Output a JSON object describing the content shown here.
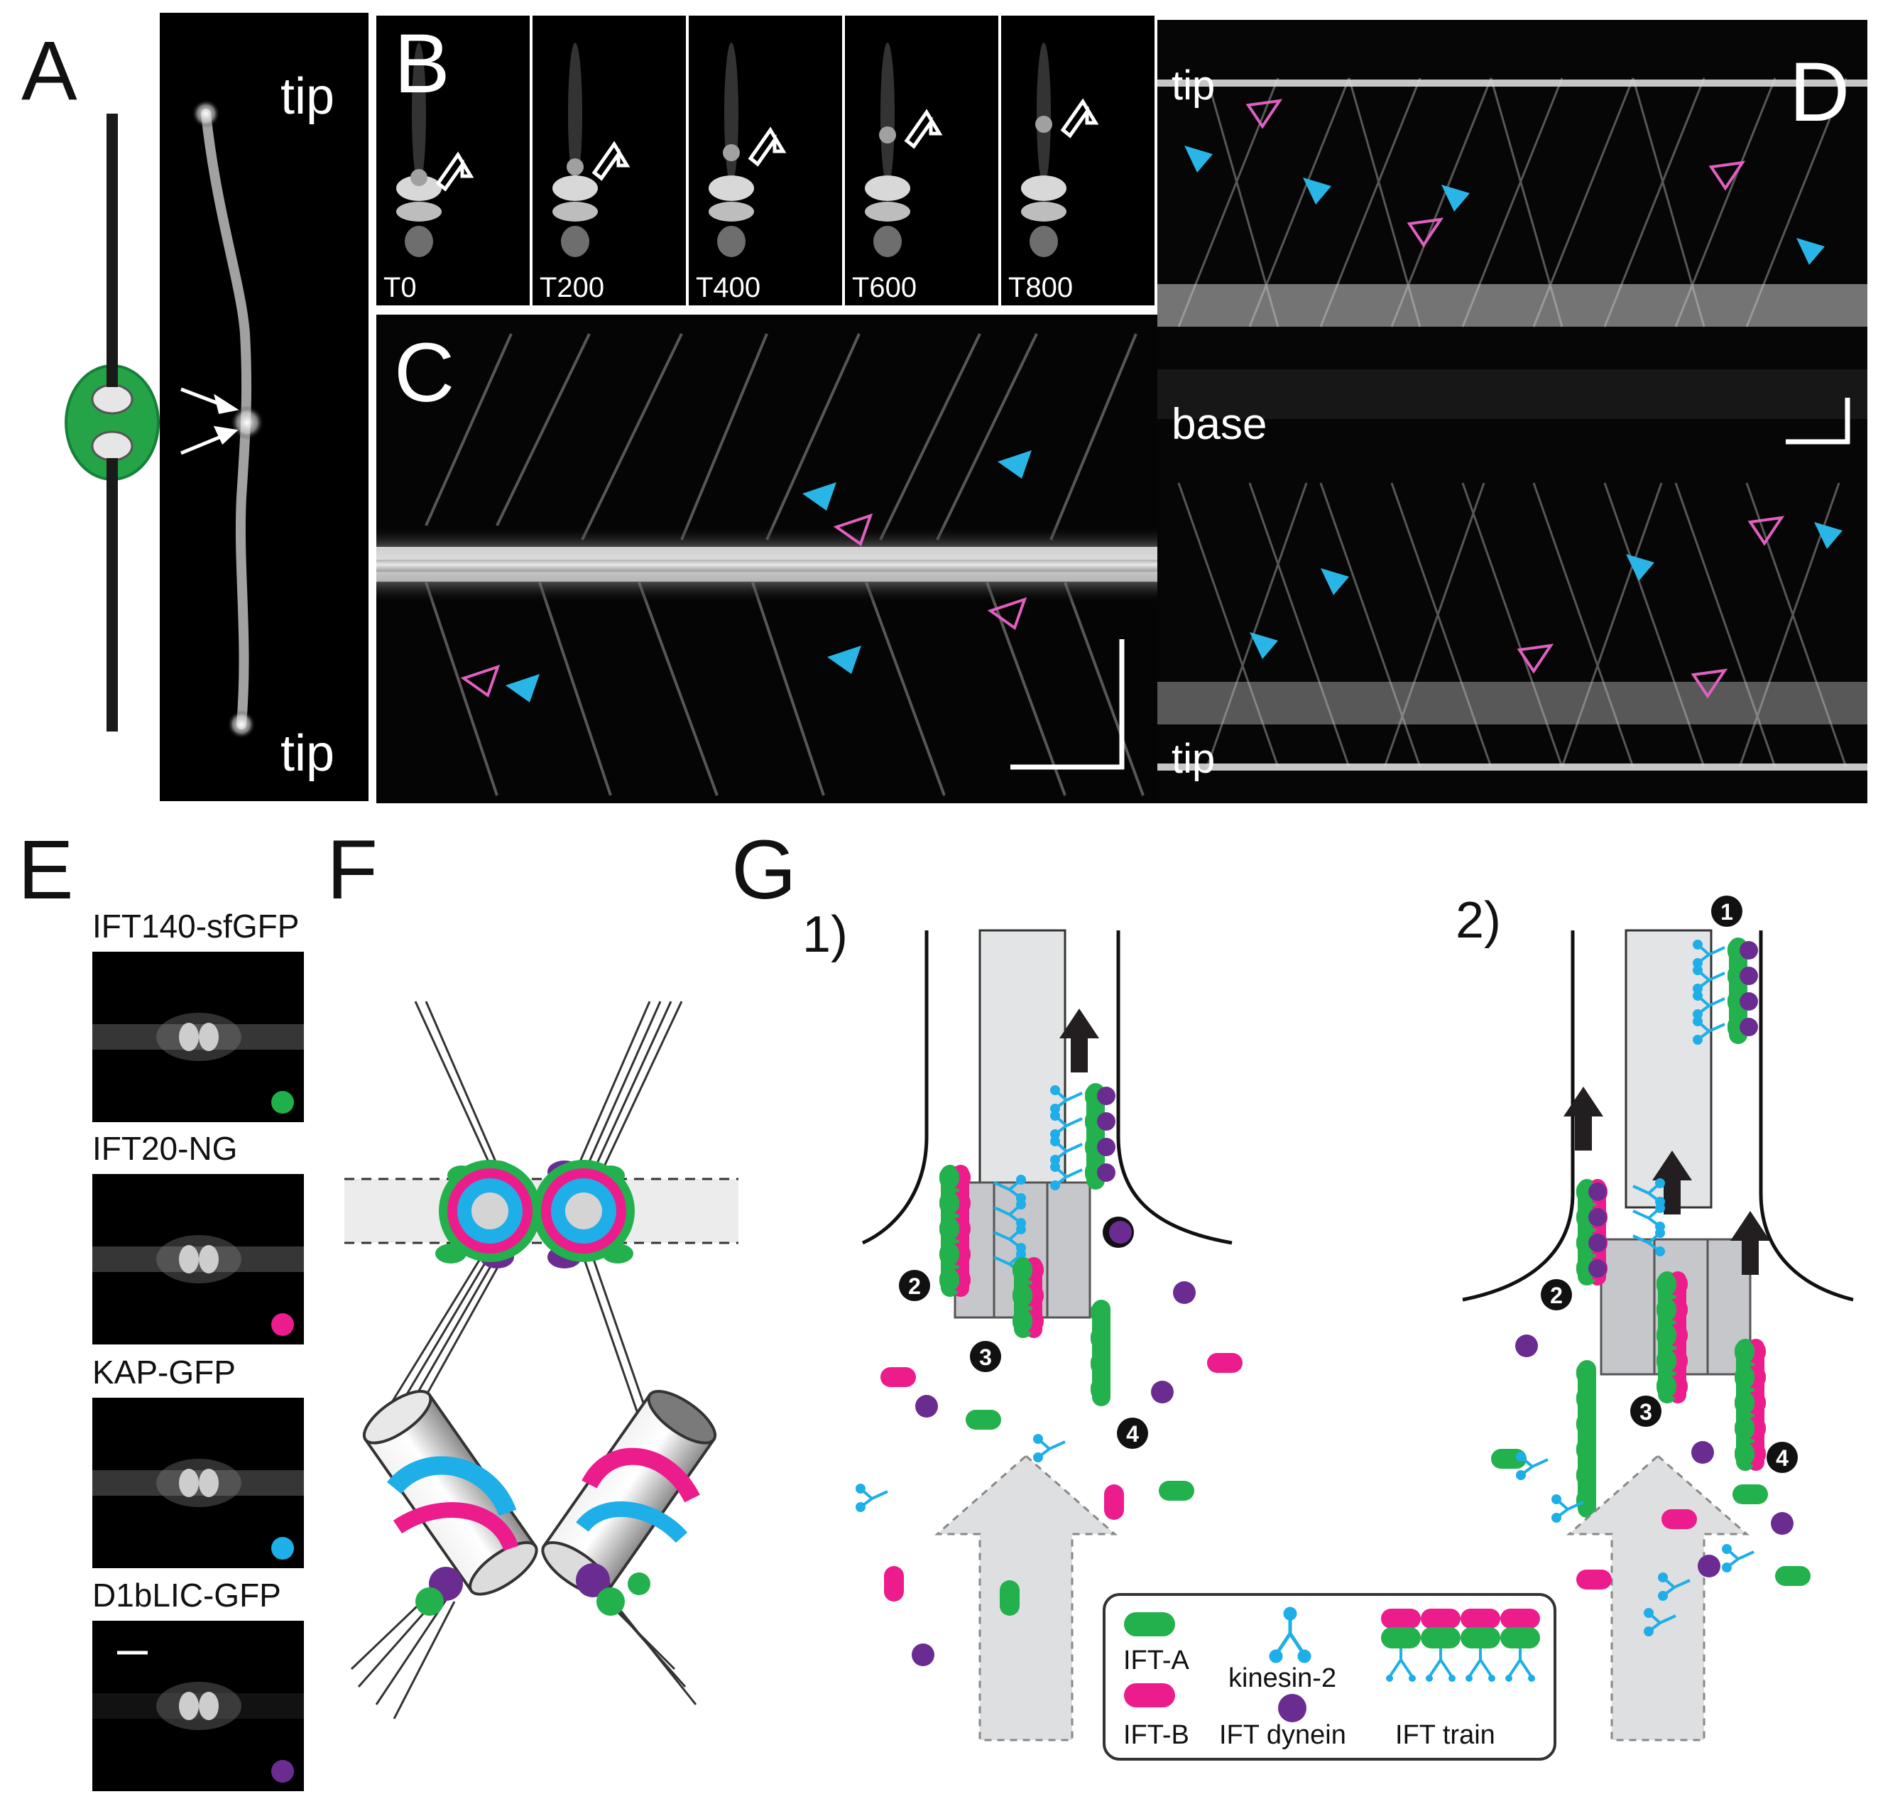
{
  "panels": {
    "A": {
      "label": "A",
      "tip_top": "tip",
      "tip_bottom": "tip"
    },
    "B": {
      "label": "B",
      "timepoints": [
        "T0",
        "T200",
        "T400",
        "T600",
        "T800"
      ]
    },
    "C": {
      "label": "C"
    },
    "D": {
      "label": "D",
      "tip_top": "tip",
      "base": "base",
      "tip_bottom": "tip"
    },
    "E": {
      "label": "E",
      "images": [
        {
          "name": "IFT140-sfGFP",
          "dot_color": "#20b04a"
        },
        {
          "name": "IFT20-NG",
          "dot_color": "#ec1c8c"
        },
        {
          "name": "KAP-GFP",
          "dot_color": "#1eaee8"
        },
        {
          "name": "D1bLIC-GFP",
          "dot_color": "#6b2c91"
        }
      ]
    },
    "F": {
      "label": "F"
    },
    "G": {
      "label": "G",
      "sub1": "1)",
      "sub2": "2)",
      "steps": [
        "1",
        "2",
        "3",
        "4"
      ],
      "legend": {
        "ift_a": "IFT-A",
        "ift_b": "IFT-B",
        "kinesin": "kinesin-2",
        "dynein": "IFT dynein",
        "train": "IFT train"
      }
    }
  },
  "colors": {
    "ift_a_green": "#22b14c",
    "ift_b_magenta": "#ec1c8c",
    "kinesin_cyan": "#1eaee8",
    "dynein_purple": "#6b2c91",
    "arrowhead_cyan": "#29b6e6",
    "arrowhead_magenta": "#e060c0"
  }
}
